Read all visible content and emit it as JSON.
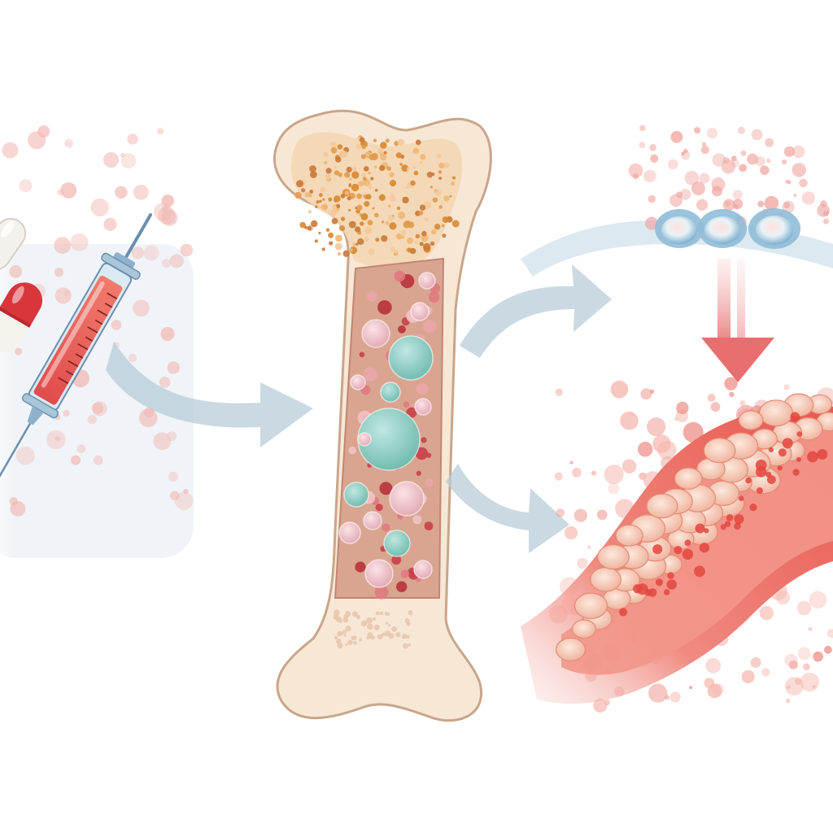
{
  "scene": {
    "background": "#ffffff",
    "colors": {
      "bone_fill": "#f7e8d6",
      "bone_outline": "#c9a58a",
      "marrow_fill": "#d9a590",
      "spongy_dots": "#e3a15a",
      "stem_cell_teal": "#8fcfc4",
      "blood_cell_pink": "#f2c9cf",
      "red_cell": "#d94a4a",
      "vessel_wall": "#e98a84",
      "vessel_inner": "#f07b70",
      "flow_arrow": "#b8ccd8",
      "down_arrow": "#e86f6f",
      "syringe_blood": "#e04c4c",
      "syringe_barrel": "#dbe9f2"
    },
    "elements": {
      "left_panel": "injection-and-medication",
      "center": "long-bone-with-marrow",
      "right_top": "cell-trio-in-circulation",
      "right_bottom": "blood-vessel-with-cells"
    }
  }
}
